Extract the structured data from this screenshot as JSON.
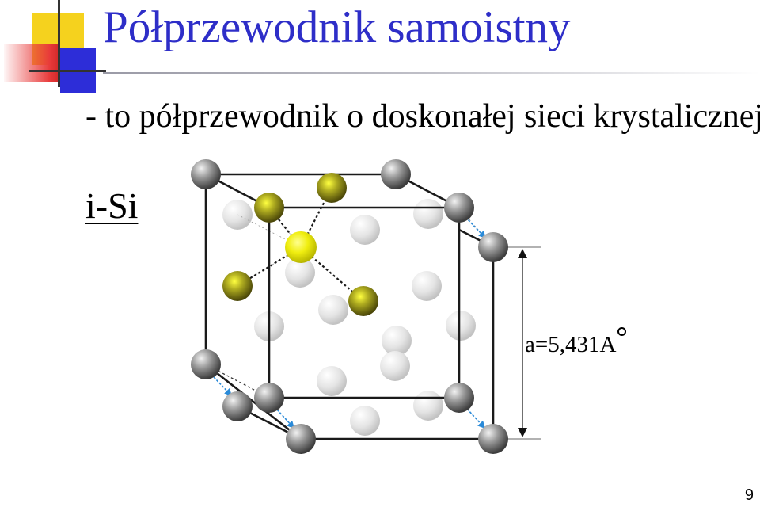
{
  "slide": {
    "title": "Półprzewodnik samoistny",
    "subtitle": "- to półprzewodnik o doskonałej sieci krystalicznej.",
    "material_label": "i-Si",
    "lattice_constant": "a=5,431A",
    "page_number": "9"
  },
  "colors": {
    "title": "#2e2ec8",
    "deco_yellow": "#f5d21e",
    "deco_red": "#e83a3a",
    "deco_blue": "#2d2dd8",
    "atom_gray": "#808080",
    "atom_olive": "#8c8a20",
    "atom_center": "#f2f000",
    "atom_ghost": "#e0e0e0",
    "arrow_blue": "#2a8ad8"
  },
  "diagram": {
    "icon": "silicon-diamond-lattice-unit-cell"
  }
}
